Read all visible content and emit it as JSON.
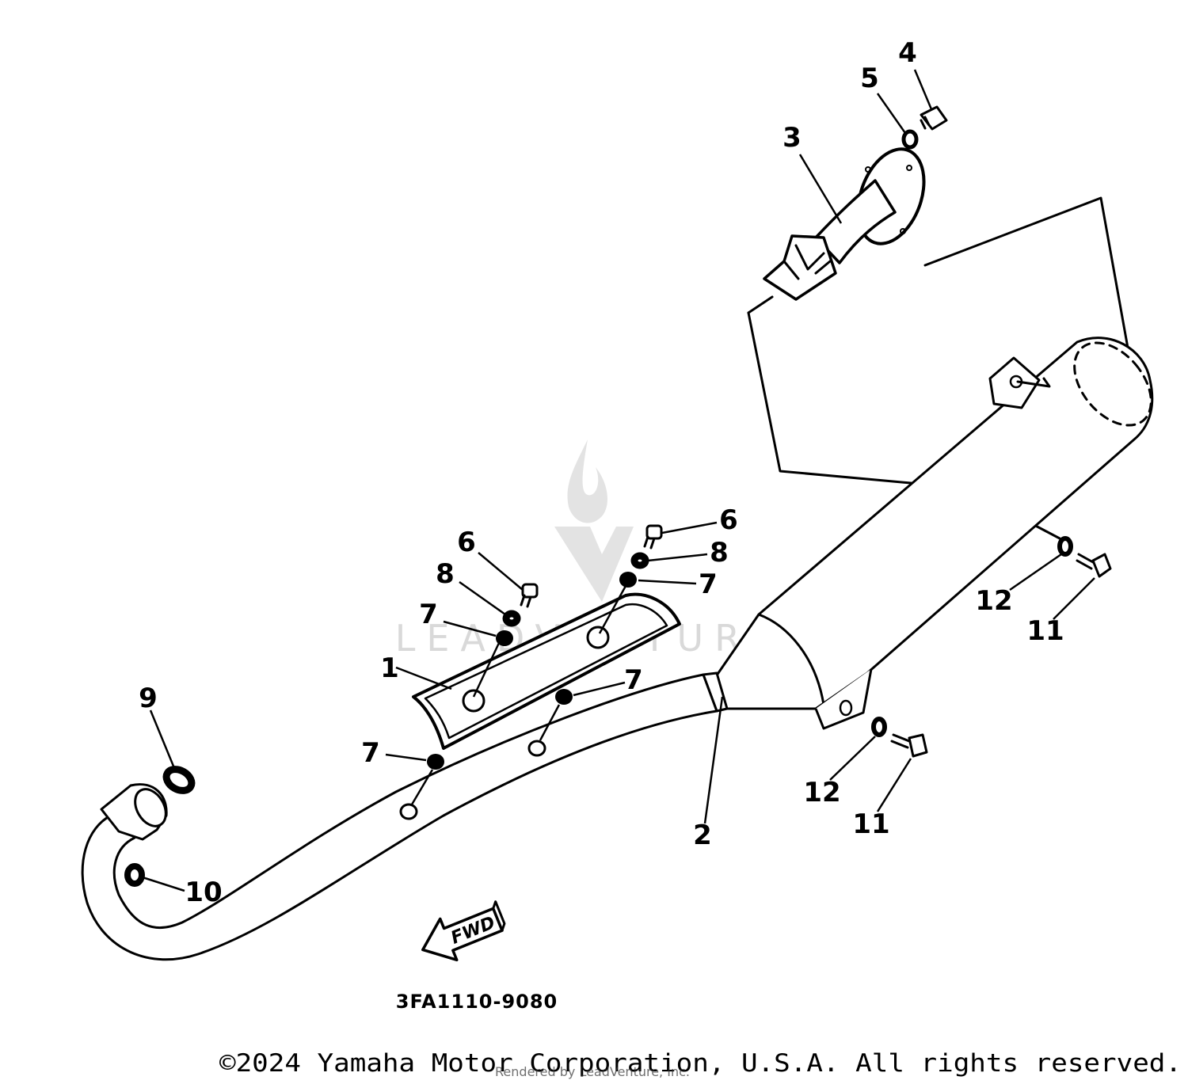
{
  "diagram": {
    "callouts": {
      "c1": "1",
      "c2": "2",
      "c3": "3",
      "c4": "4",
      "c5": "5",
      "c6a": "6",
      "c6b": "6",
      "c7a": "7",
      "c7b": "7",
      "c7c": "7",
      "c7d": "7",
      "c8a": "8",
      "c8b": "8",
      "c9": "9",
      "c10": "10",
      "c11a": "11",
      "c11b": "11",
      "c12a": "12",
      "c12b": "12"
    },
    "fwd_label": "FWD",
    "part_number": "3FA1110-9080"
  },
  "watermark": {
    "brand": "LEADVENTURE",
    "rendered_by": "Rendered by LeadVenture, Inc."
  },
  "footer": {
    "copyright": "©2024 Yamaha Motor Corporation, U.S.A. All rights reserved."
  }
}
